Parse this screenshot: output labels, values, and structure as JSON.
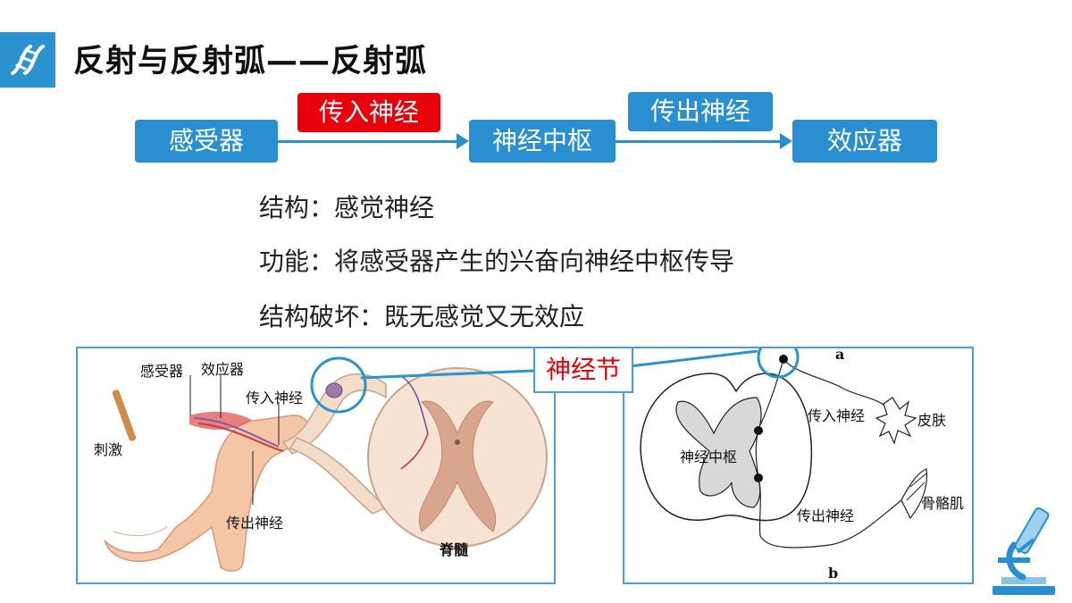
{
  "title": "反射与反射弧——反射弧",
  "icons": {
    "logo": "dna-icon",
    "corner": "microscope-icon"
  },
  "flow": {
    "nodes": [
      "感受器",
      "神经中枢",
      "效应器"
    ],
    "labels": {
      "afferent": "传入神经",
      "efferent": "传出神经"
    }
  },
  "info": {
    "structure": "结构：感觉神经",
    "function": "功能：将感受器产生的兴奋向神经中枢传导",
    "damage": "结构破坏：既无感觉又无效应"
  },
  "callout": "神经节",
  "left_figure": {
    "receptor": "感受器",
    "effector": "效应器",
    "afferent": "传入神经",
    "efferent": "传出神经",
    "stimulus": "刺激",
    "spinal_cord": "脊髓"
  },
  "right_figure": {
    "center": "神经中枢",
    "afferent": "传入神经",
    "efferent": "传出神经",
    "skin": "皮肤",
    "muscle": "骨骼肌",
    "a": "a",
    "b": "b"
  },
  "colors": {
    "accent": "#2a8fd1",
    "highlight": "#e8000b"
  }
}
